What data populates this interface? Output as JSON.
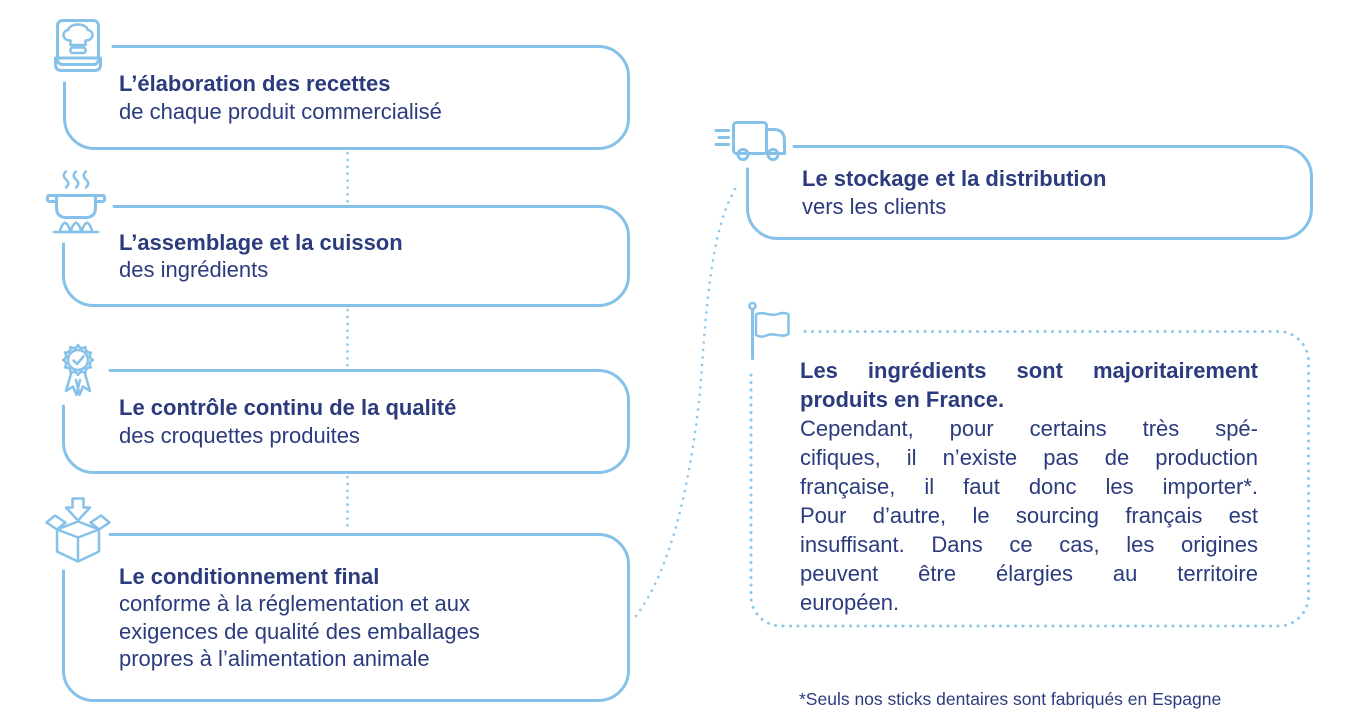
{
  "palette": {
    "outline_blue": "#85c1e8",
    "dotted_blue": "#8fc7ec",
    "text_navy": "#2b3b7d"
  },
  "steps": [
    {
      "icon": "recipe-book-icon",
      "title": "L’élaboration des recettes",
      "body_lines": [
        "de chaque produit commercialisé"
      ]
    },
    {
      "icon": "cooking-pot-icon",
      "title": "L’assemblage et la cuisson",
      "body_lines": [
        "des ingrédients"
      ]
    },
    {
      "icon": "quality-award-icon",
      "title": "Le contrôle continu de la qualité",
      "body_lines": [
        "des croquettes produites"
      ]
    },
    {
      "icon": "packing-box-icon",
      "title": "Le conditionnement final",
      "body_lines": [
        "conforme à la réglementation et aux",
        "exigences de qualité des emballages",
        "propres à l’alimentation animale"
      ]
    },
    {
      "icon": "delivery-truck-icon",
      "title": "Le stockage et la distribution",
      "body_lines": [
        "vers les clients"
      ]
    }
  ],
  "note_box": {
    "icon": "flag-icon",
    "title_lines": [
      "Les ingrédients sont majoritairement",
      "produits en France."
    ],
    "body_lines": [
      "Cependant, pour certains très spé-",
      "cifiques, il n’existe pas de production",
      "française, il faut donc les importer*.",
      "Pour d’autre, le sourcing français est",
      "insuffisant. Dans ce cas, les origines",
      "peuvent être élargies au territoire",
      "européen."
    ]
  },
  "footnote": "*Seuls nos sticks dentaires sont fabriqués en Espagne"
}
